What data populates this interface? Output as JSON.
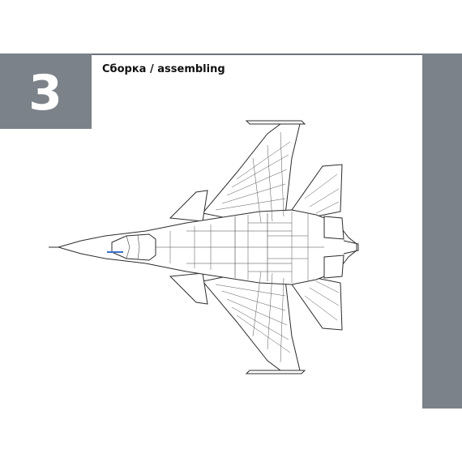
{
  "step": {
    "number": "3"
  },
  "header": {
    "title": "Сборка / assembling"
  },
  "colors": {
    "band": "#7b8289",
    "accent_canopy": "#3b6fc7"
  },
  "drawing": {
    "subject": "aircraft-top-view"
  }
}
